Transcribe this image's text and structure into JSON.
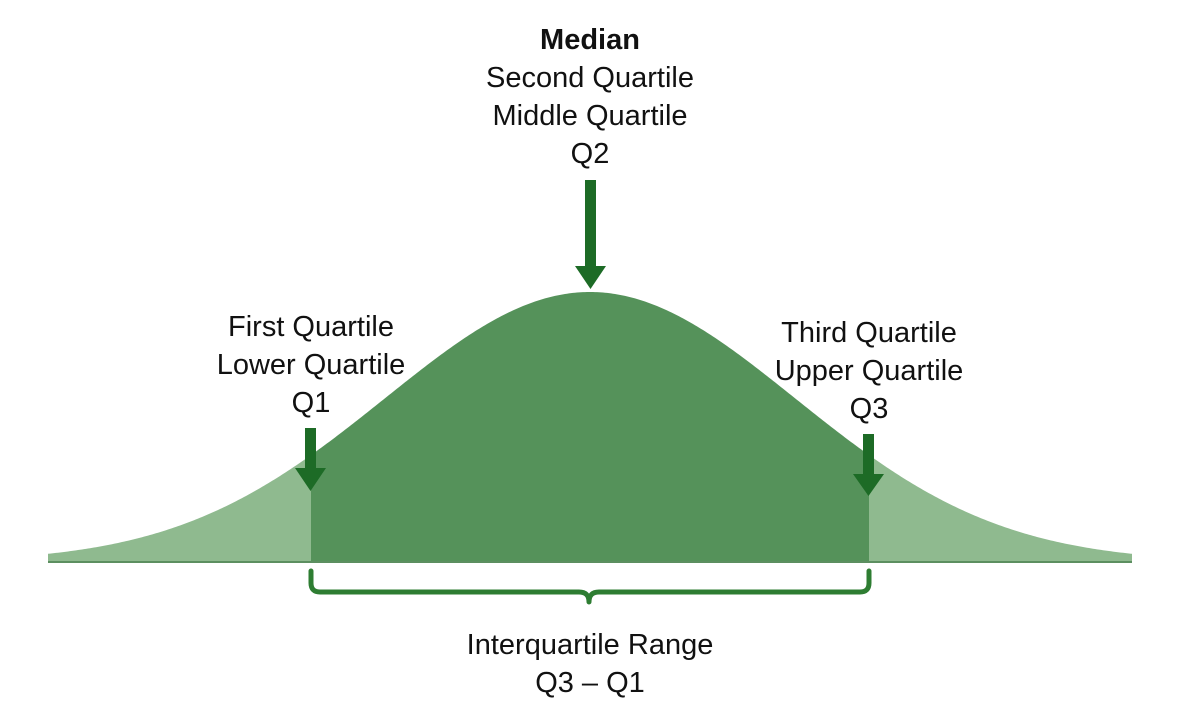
{
  "median": {
    "title": "Median",
    "line1": "Second Quartile",
    "line2": "Middle Quartile",
    "line3": "Q2"
  },
  "first_quartile": {
    "line1": "First Quartile",
    "line2": "Lower Quartile",
    "line3": "Q1"
  },
  "third_quartile": {
    "line1": "Third Quartile",
    "line2": "Upper Quartile",
    "line3": "Q3"
  },
  "iqr": {
    "line1": "Interquartile Range",
    "line2": "Q3 – Q1"
  },
  "colors": {
    "center_fill": "#55925A",
    "tail_fill": "#8FBA8F",
    "arrow": "#1D6B26",
    "brace": "#2E7D32",
    "baseline": "#5C8F60"
  }
}
